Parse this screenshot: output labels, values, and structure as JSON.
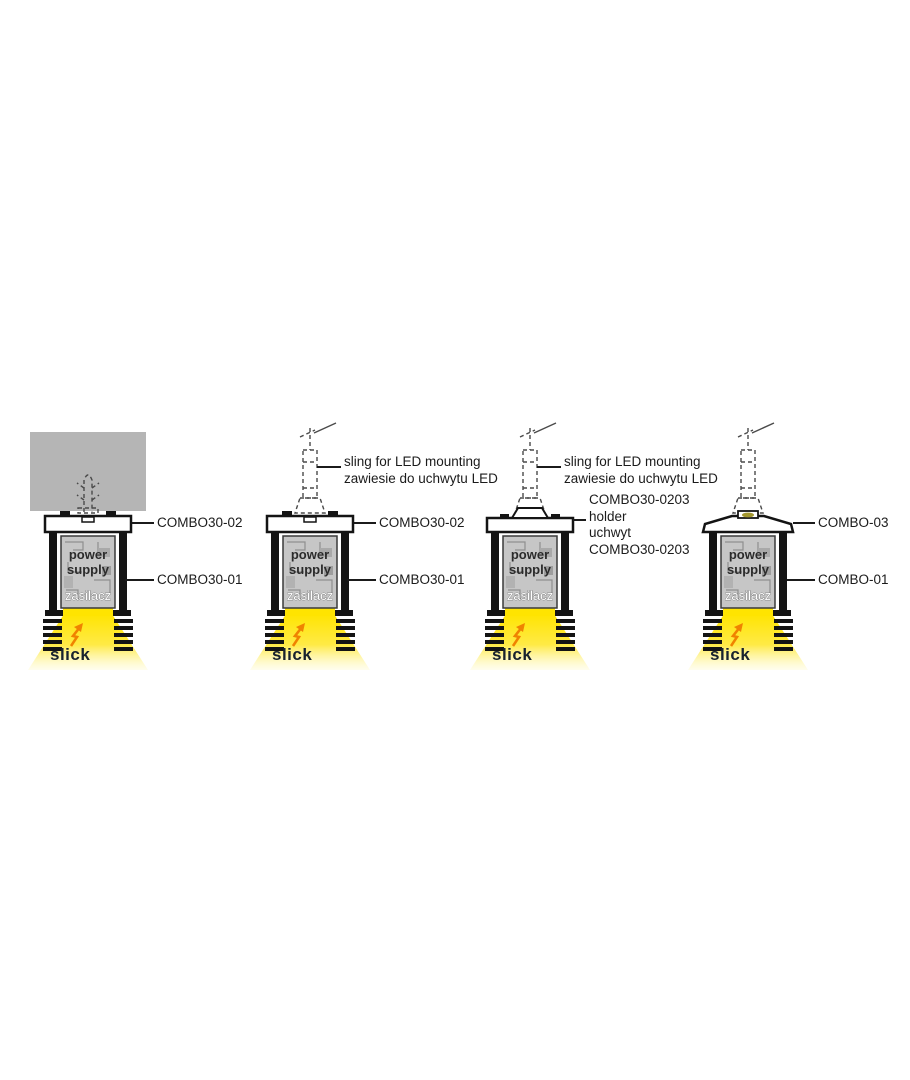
{
  "variants": [
    {
      "id": "surface-mount",
      "mount": "ceiling-surface",
      "labels": {
        "cover": "COMBO30-02",
        "profile": "COMBO30-01"
      }
    },
    {
      "id": "sling-mount-a",
      "mount": "sling",
      "sling_label": {
        "en": "sling for LED mounting",
        "pl": "zawiesie do uchwytu LED"
      },
      "labels": {
        "cover": "COMBO30-02",
        "profile": "COMBO30-01"
      }
    },
    {
      "id": "sling-mount-holder",
      "mount": "sling",
      "sling_label": {
        "en": "sling for LED mounting",
        "pl": "zawiesie do uchwytu LED"
      },
      "holder_label": {
        "line1": "COMBO30-0203",
        "line2": "holder",
        "line3": "uchwyt",
        "line4": "COMBO30-0203"
      }
    },
    {
      "id": "sling-mount-b",
      "mount": "sling",
      "labels": {
        "cover": "COMBO-03",
        "profile": "COMBO-01"
      }
    }
  ],
  "power_supply": {
    "line1": "power",
    "line2": "supply",
    "line3": "zasilacz"
  },
  "logo": {
    "text": "slick"
  },
  "colors": {
    "ceiling": "#b5b5b5",
    "light_yellow": "#ffe400",
    "logo_accent": "#f08300",
    "outline": "#141414",
    "power_supply_fill": "#c6c6c6"
  }
}
